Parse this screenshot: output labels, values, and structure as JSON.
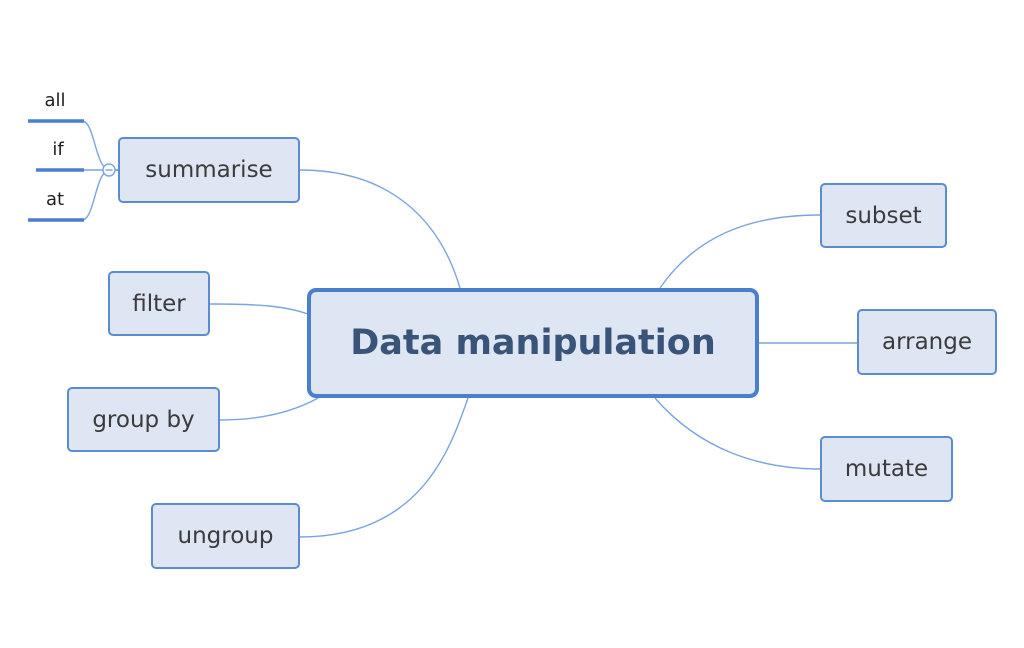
{
  "diagram": {
    "central": {
      "label": "Data manipulation"
    },
    "left_topics": [
      {
        "id": "summarise",
        "label": "summarise"
      },
      {
        "id": "filter",
        "label": "filter"
      },
      {
        "id": "group_by",
        "label": "group by"
      },
      {
        "id": "ungroup",
        "label": "ungroup"
      }
    ],
    "right_topics": [
      {
        "id": "subset",
        "label": "subset"
      },
      {
        "id": "arrange",
        "label": "arrange"
      },
      {
        "id": "mutate",
        "label": "mutate"
      }
    ],
    "summarise_subtopics": [
      {
        "label": "all"
      },
      {
        "label": "if"
      },
      {
        "label": "at"
      }
    ],
    "colors": {
      "node_fill": "#dde6f2",
      "node_border": "#5d8bd0",
      "central_border": "#4a7fce",
      "central_text": "#3a5378",
      "connector": "#7ba4e0",
      "leaf_underline": "#4a7fce"
    }
  }
}
